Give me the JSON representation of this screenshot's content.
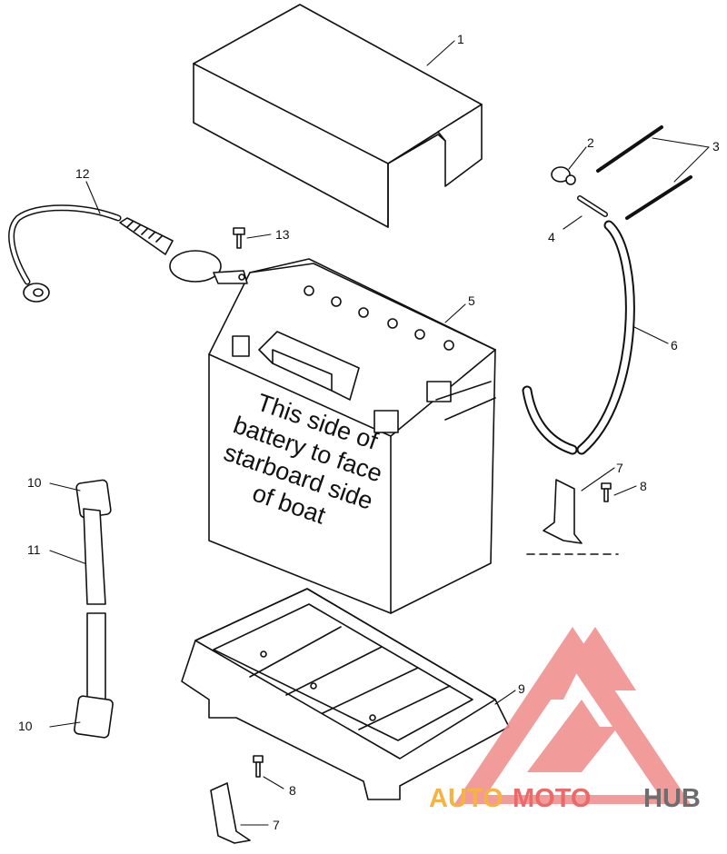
{
  "diagram": {
    "battery_label_lines": [
      "This side of",
      "battery to face",
      "starboard side",
      "of boat"
    ],
    "callouts": {
      "c1": "1",
      "c2": "2",
      "c3": "3",
      "c4": "4",
      "c5": "5",
      "c6": "6",
      "c7a": "7",
      "c7b": "7",
      "c8a": "8",
      "c8b": "8",
      "c9": "9",
      "c10a": "10",
      "c10b": "10",
      "c11": "11",
      "c12": "12",
      "c13": "13"
    }
  },
  "watermark": {
    "part1": "AUTO",
    "part2": "MOTO",
    "part3": "HUB",
    "colors": {
      "orange": "#f5a623",
      "red": "#e8504f",
      "gray": "#555555",
      "triangle": "#f08a8a"
    }
  }
}
